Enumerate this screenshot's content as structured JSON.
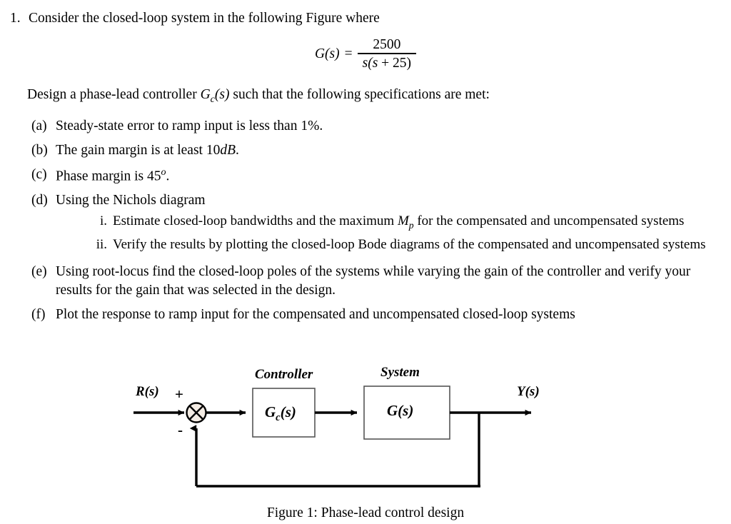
{
  "problem": {
    "number": "1.",
    "statement": "Consider the closed-loop system in the following Figure where"
  },
  "equation": {
    "lhs": "G(s)",
    "equals": "=",
    "numerator": "2500",
    "denominator_pre": "s(s",
    "denominator_op": " + ",
    "denominator_post": "25)"
  },
  "design_line": {
    "before": "Design a phase-lead controller ",
    "symbol_main": "G",
    "symbol_sub": "c",
    "symbol_arg": "(s)",
    "after": " such that the following specifications are met:"
  },
  "specs": [
    {
      "label": "(a)",
      "text": "Steady-state error to ramp input is less than 1%."
    },
    {
      "label": "(b)",
      "text_before": "The gain margin is at least 10",
      "text_italic": "dB",
      "text_after": "."
    },
    {
      "label": "(c)",
      "text_before": "Phase margin is 45",
      "text_sup": "o",
      "text_after": "."
    },
    {
      "label": "(d)",
      "text": "Using the Nichols diagram",
      "subitems": [
        {
          "label": "i.",
          "before": "Estimate closed-loop bandwidths and the maximum ",
          "symbol_main": "M",
          "symbol_sub": "p",
          "after": " for the compensated and uncompensated systems"
        },
        {
          "label": "ii.",
          "before": "Verify the results by plotting the closed-loop Bode diagrams of the compensated and uncompensated systems",
          "symbol_main": "",
          "symbol_sub": "",
          "after": ""
        }
      ]
    },
    {
      "label": "(e)",
      "text": "Using root-locus find the closed-loop poles of the systems while varying the gain of the controller and verify your results for the gain that was selected in the design."
    },
    {
      "label": "(f)",
      "text": "Plot the response to ramp input for the compensated and uncompensated closed-loop systems"
    }
  ],
  "diagram": {
    "input_label": "R(s)",
    "output_label": "Y(s)",
    "plus_sign": "+",
    "minus_sign": "-",
    "controller_title": "Controller",
    "system_title": "System",
    "controller_block_main": "G",
    "controller_block_sub": "c",
    "controller_block_arg": "(s)",
    "system_block": "G(s)",
    "line_color": "#000000",
    "block_border_color": "#555555",
    "summing_fill": "#f4ece4"
  },
  "caption": "Figure 1: Phase-lead control design"
}
